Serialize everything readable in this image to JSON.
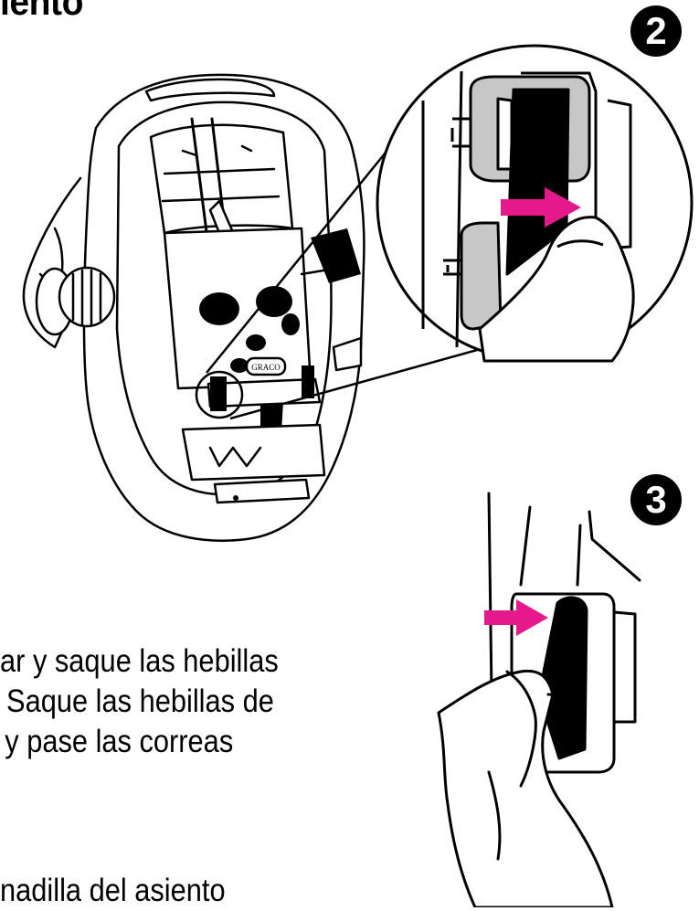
{
  "heading": {
    "text": "iento"
  },
  "steps": {
    "two": "2",
    "three": "3"
  },
  "seat_logo": "GRACO",
  "colors": {
    "arrow": "#e6198c",
    "clip_fill": "#c7c7c7",
    "ink": "#000000"
  },
  "paragraph1": {
    "lines": [
      "ar y saque las hebillas",
      "Saque las hebillas de",
      "y pase las correas"
    ]
  },
  "paragraph2": {
    "lines": [
      "nadilla del asiento"
    ]
  }
}
